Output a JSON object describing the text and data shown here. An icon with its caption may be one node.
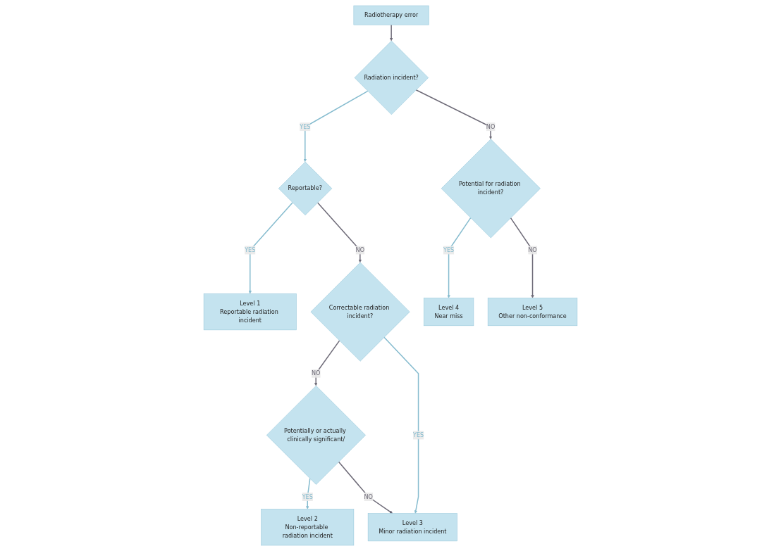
{
  "diagram": {
    "nodes": [
      {
        "text": [
          "Radiotherapy error"
        ]
      },
      {
        "text": [
          "Radiation incident?"
        ]
      },
      {
        "text": [
          "Potential for radiation incident?"
        ]
      },
      {
        "text": [
          "Reportable?"
        ]
      },
      {
        "text": [
          "Correctable radiation incident?"
        ]
      },
      {
        "text": [
          "Potentially or actually clinically significant/"
        ]
      },
      {
        "text": [
          "Level 1",
          "Reportable radiation incident"
        ]
      },
      {
        "text": [
          "Level 2",
          "Non-reportable radiation incident"
        ]
      },
      {
        "text": [
          "Level 3",
          "Minor radiation incident"
        ]
      },
      {
        "text": [
          "Level 4",
          "Near miss"
        ]
      },
      {
        "text": [
          "Level 5",
          "Other non-conformance"
        ]
      }
    ],
    "edges": [
      {
        "from": 0,
        "to": 1,
        "arrow": "to"
      },
      {
        "from": 1,
        "to": 3,
        "arrow": "to",
        "label": "YES",
        "color": "#86bccf"
      },
      {
        "from": 1,
        "to": 2,
        "arrow": "to",
        "label": "NO"
      },
      {
        "from": 2,
        "to": 9,
        "arrow": "to",
        "label": "YES",
        "color": "#86bccf"
      },
      {
        "from": 2,
        "to": 10,
        "arrow": "to",
        "label": "NO"
      },
      {
        "from": 3,
        "to": 6,
        "arrow": "to",
        "label": "YES",
        "color": "#86bccf"
      },
      {
        "from": 3,
        "to": 4,
        "arrow": "to",
        "label": "NO"
      },
      {
        "from": 4,
        "to": 5,
        "arrow": "to",
        "label": "NO"
      },
      {
        "from": 4,
        "to": 8,
        "arrow": "to",
        "label": "YES",
        "color": "#86bccf"
      },
      {
        "from": 5,
        "to": 7,
        "arrow": "to",
        "label": "YES",
        "color": "#86bccf"
      },
      {
        "from": 5,
        "to": 8,
        "arrow": "to",
        "label": "NO"
      }
    ]
  }
}
